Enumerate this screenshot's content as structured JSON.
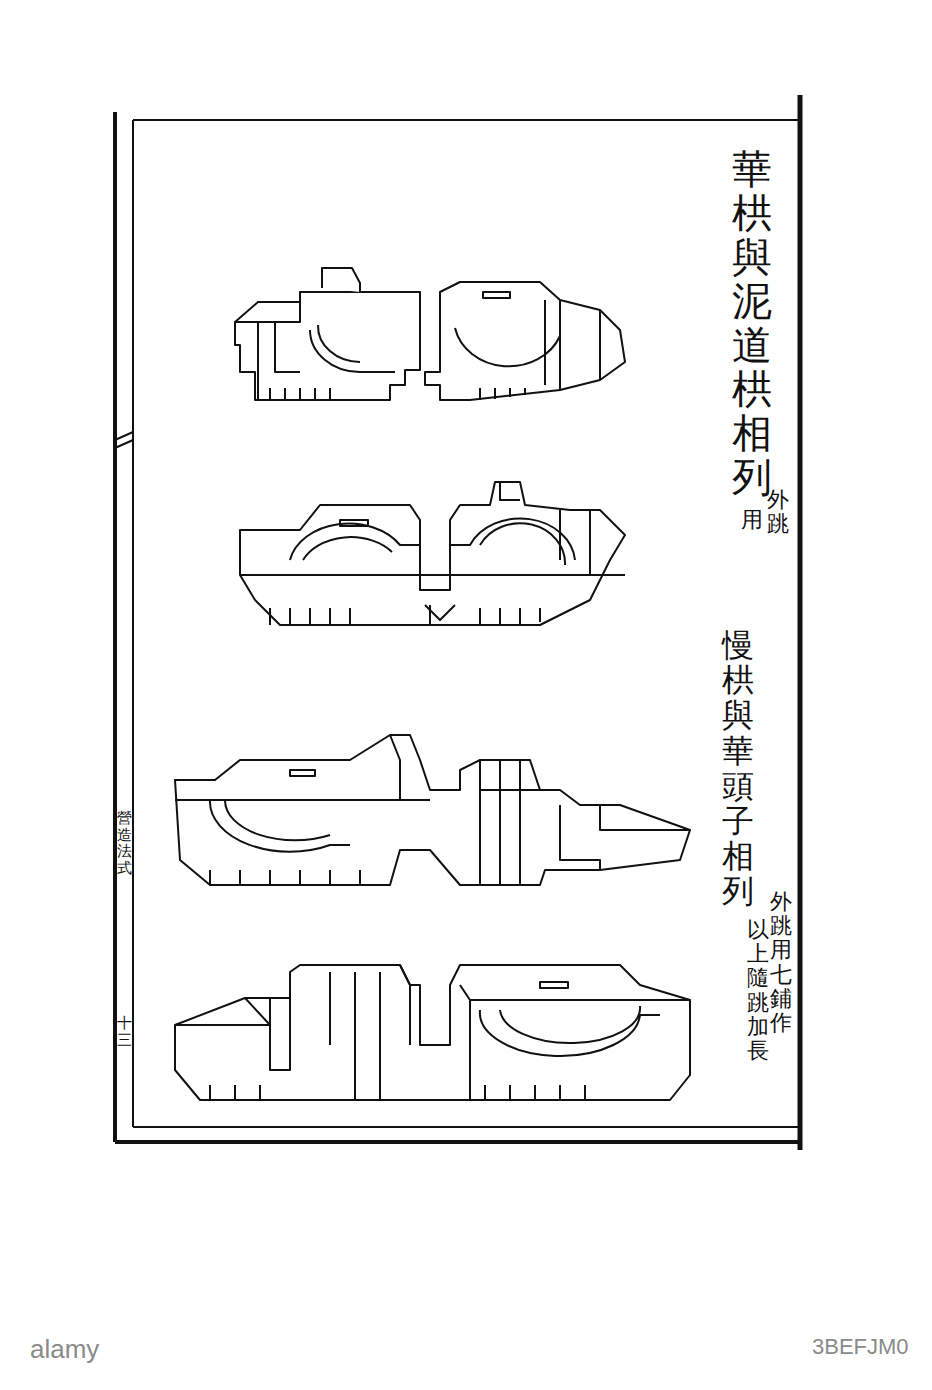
{
  "diagram": {
    "labels": [
      "華栱與泥道栱相列",
      "外跳",
      "用",
      "慢栱與華頭子相列",
      "外跳用七鋪作",
      "以上隨跳加長",
      "營造法式",
      "十三",
      "alamy",
      "3BEFJM0"
    ]
  }
}
